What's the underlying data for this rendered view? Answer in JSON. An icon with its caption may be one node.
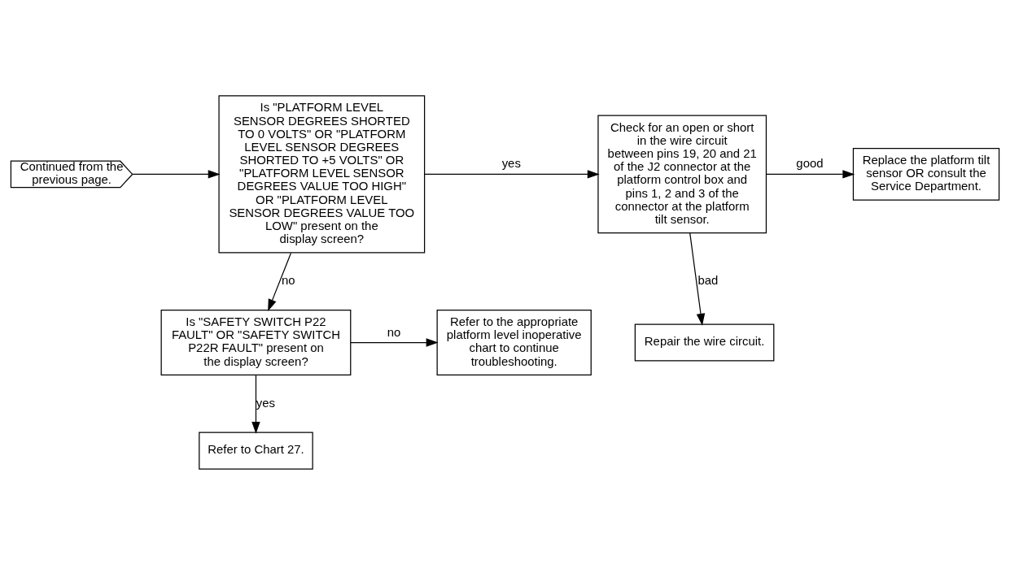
{
  "diagram": {
    "nodes": [
      {
        "text": [
          "Continued from the previous page."
        ]
      },
      {
        "text": [
          "Is \"PLATFORM LEVEL SENSOR DEGREES SHORTED TO 0 VOLTS\" OR \"PLATFORM LEVEL SENSOR DEGREES SHORTED TO +5 VOLTS\" OR \"PLATFORM LEVEL SENSOR DEGREES VALUE TOO HIGH\" OR \"PLATFORM LEVEL SENSOR DEGREES VALUE TOO LOW\" present on the display screen?"
        ]
      },
      {
        "text": [
          "Check for an open or short in the wire circuit between pins 19, 20 and 21 of the J2 connector at the platform control box and pins 1, 2 and 3 of the connector at the platform tilt sensor."
        ]
      },
      {
        "text": [
          "Replace the platform tilt sensor OR consult the Service Department."
        ]
      },
      {
        "text": [
          "Repair the wire circuit."
        ]
      },
      {
        "text": [
          "Is \"SAFETY SWITCH P22 FAULT\" OR \"SAFETY SWITCH P22R FAULT\" present on the display screen?"
        ]
      },
      {
        "text": [
          "Refer to the appropriate platform level inoperative chart to continue troubleshooting."
        ]
      },
      {
        "text": [
          "Refer to Chart 27."
        ]
      }
    ],
    "edges": [
      {
        "from": 0,
        "to": 1,
        "arrow": "to"
      },
      {
        "from": 1,
        "to": 2,
        "arrow": "to",
        "label": "yes"
      },
      {
        "from": 2,
        "to": 3,
        "arrow": "to",
        "label": "good"
      },
      {
        "from": 2,
        "to": 4,
        "arrow": "to",
        "label": "bad"
      },
      {
        "from": 1,
        "to": 5,
        "arrow": "to",
        "label": "no"
      },
      {
        "from": 5,
        "to": 6,
        "arrow": "to",
        "label": "no"
      },
      {
        "from": 5,
        "to": 7,
        "arrow": "to",
        "label": "yes"
      }
    ]
  }
}
